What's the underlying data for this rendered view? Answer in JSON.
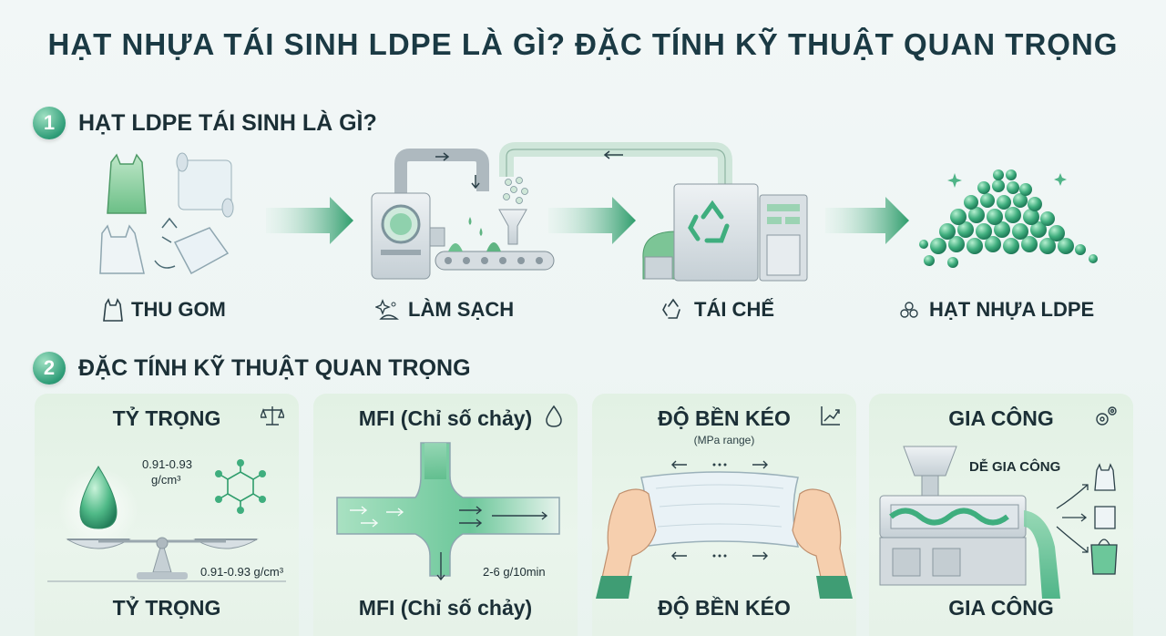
{
  "title": "HẠT NHỰA TÁI SINH LDPE LÀ GÌ? ĐẶC TÍNH KỸ THUẬT QUAN TRỌNG",
  "section1": {
    "number": "1",
    "heading": "HẠT LDPE TÁI SINH LÀ GÌ?",
    "steps": [
      {
        "label": "THU GOM",
        "icon": "bag-icon"
      },
      {
        "label": "LÀM SẠCH",
        "icon": "sparkle-icon"
      },
      {
        "label": "TÁI CHẾ",
        "icon": "recycle-icon"
      },
      {
        "label": "HẠT NHỰA LDPE",
        "icon": "pellets-icon"
      }
    ]
  },
  "section2": {
    "number": "2",
    "heading": "ĐẶC TÍNH KỸ THUẬT QUAN TRỌNG",
    "cards": [
      {
        "title": "TỶ TRỌNG",
        "bottom": "TỶ TRỌNG",
        "icon": "scale-icon",
        "value_top_line1": "0.91-0.93",
        "value_top_line2": "g/cm³",
        "value_bottom": "0.91-0.93 g/cm³"
      },
      {
        "title": "MFI (Chỉ số chảy)",
        "bottom": "MFI (Chỉ số chảy)",
        "icon": "drop-icon",
        "value": "2-6 g/10min"
      },
      {
        "title": "ĐỘ BỀN KÉO",
        "bottom": "ĐỘ BỀN KÉO",
        "icon": "chart-icon",
        "subtitle": "(MPa range)"
      },
      {
        "title": "GIA CÔNG",
        "bottom": "GIA CÔNG",
        "icon": "gears-icon",
        "callout": "DỄ GIA CÔNG"
      }
    ]
  },
  "colors": {
    "accent_green": "#3fae7e",
    "dark_text": "#1b2f36",
    "machine_gray": "#c9d3d8"
  }
}
